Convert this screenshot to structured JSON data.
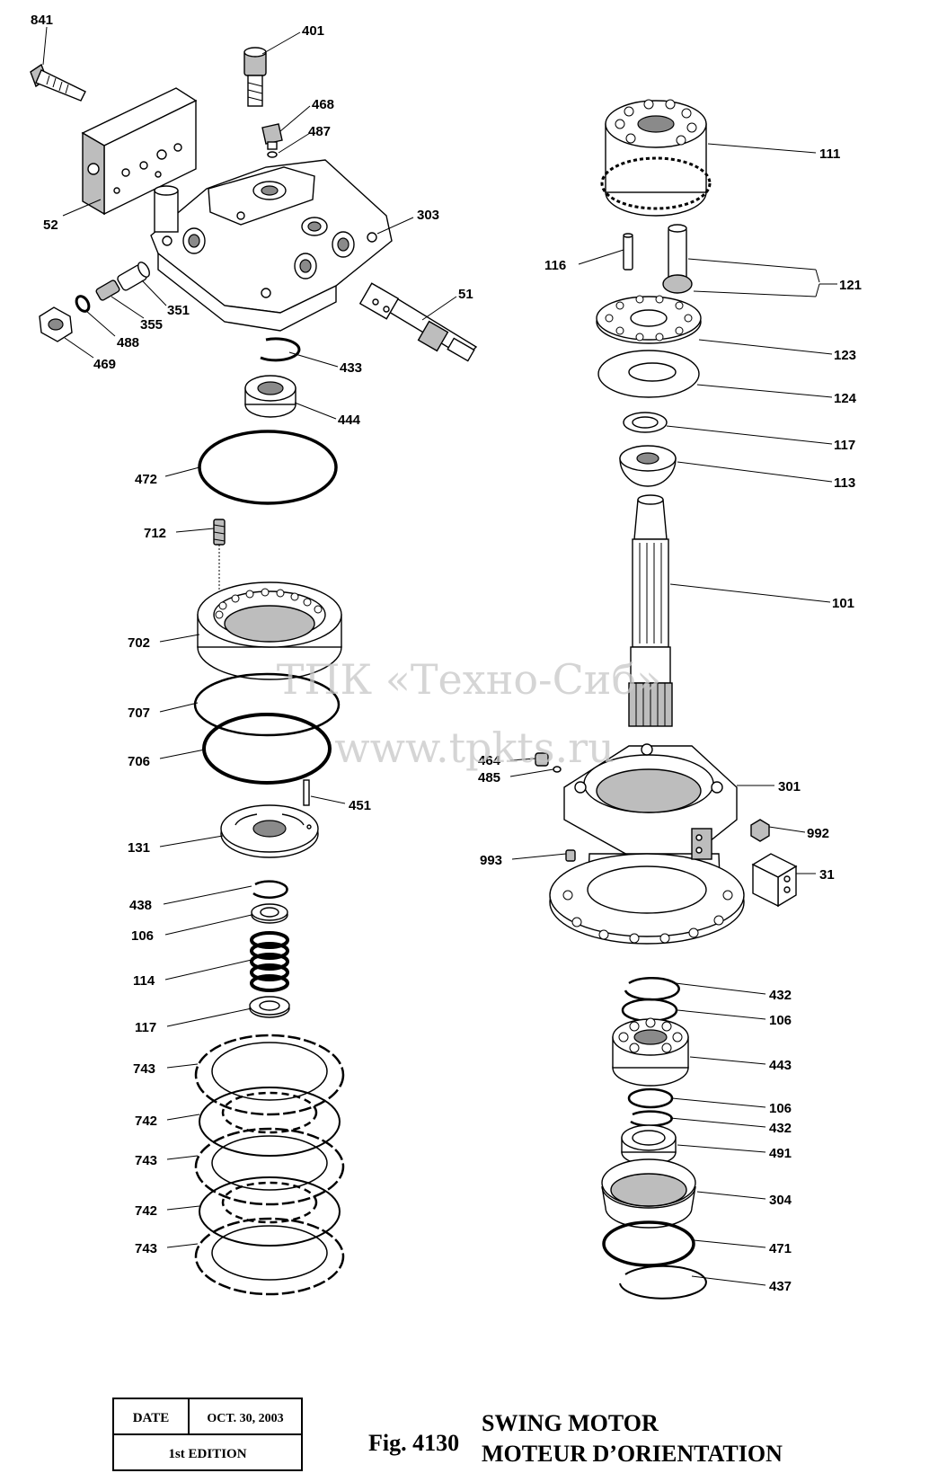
{
  "title_block": {
    "date_label": "DATE",
    "date_value": "OCT. 30, 2003",
    "edition": "1st EDITION"
  },
  "figure": {
    "number": "Fig. 4130",
    "title_en": "SWING MOTOR",
    "title_fr": "MOTEUR D’ORIENTATION"
  },
  "watermark": {
    "line1": "ТПК «Техно-Сиб»",
    "line2": "www.tpkts.ru"
  },
  "callouts": {
    "c841": "841",
    "c401": "401",
    "c468": "468",
    "c487": "487",
    "c52": "52",
    "c303": "303",
    "c51": "51",
    "c351": "351",
    "c355": "355",
    "c488": "488",
    "c469": "469",
    "c433": "433",
    "c444": "444",
    "c472": "472",
    "c712": "712",
    "c702": "702",
    "c707": "707",
    "c706": "706",
    "c451": "451",
    "c131": "131",
    "c438": "438",
    "c106a": "106",
    "c114": "114",
    "c117a": "117",
    "c743a": "743",
    "c742a": "742",
    "c743b": "743",
    "c742b": "742",
    "c743c": "743",
    "c111": "111",
    "c116": "116",
    "c121": "121",
    "c123": "123",
    "c124": "124",
    "c117b": "117",
    "c113": "113",
    "c101": "101",
    "c464": "464",
    "c485": "485",
    "c301": "301",
    "c992": "992",
    "c993": "993",
    "c31": "31",
    "c432a": "432",
    "c106b": "106",
    "c443": "443",
    "c106c": "106",
    "c432b": "432",
    "c491": "491",
    "c304": "304",
    "c471": "471",
    "c437": "437"
  }
}
